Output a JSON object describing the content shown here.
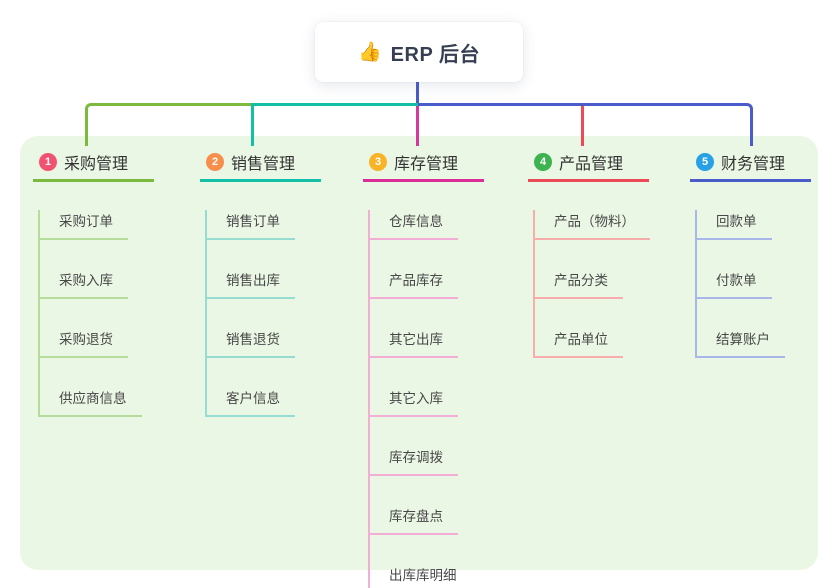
{
  "root": {
    "emoji": "👍",
    "emoji_name": "thumbs-up-emoji",
    "label": "ERP 后台"
  },
  "panel_color": "#ebf7e5",
  "connector_colors": {
    "stem_and_right_bus": "#4a5cc9",
    "left_bus_green": "#7cb93f",
    "mid_bus_teal": "#13bfa5",
    "branch3_drop_magenta": "#d6399c",
    "branch4_drop_red": "#ec4a58"
  },
  "branches": [
    {
      "index": "1",
      "label": "采购管理",
      "badge_color": "#f25270",
      "accent_color": "#7cb93f",
      "light_color": "#b5dc9a",
      "children": [
        "采购订单",
        "采购入库",
        "采购退货",
        "供应商信息"
      ]
    },
    {
      "index": "2",
      "label": "销售管理",
      "badge_color": "#f78e4c",
      "accent_color": "#13bfa5",
      "light_color": "#96dcd2",
      "children": [
        "销售订单",
        "销售出库",
        "销售退货",
        "客户信息"
      ]
    },
    {
      "index": "3",
      "label": "库存管理",
      "badge_color": "#f9b327",
      "accent_color": "#d82e96",
      "light_color": "#f3aed6",
      "children": [
        "仓库信息",
        "产品库存",
        "其它出库",
        "其它入库",
        "库存调拨",
        "库存盘点",
        "出库库明细"
      ]
    },
    {
      "index": "4",
      "label": "产品管理",
      "badge_color": "#3cb34f",
      "accent_color": "#ec4a58",
      "light_color": "#f6adab",
      "children": [
        "产品（物料）",
        "产品分类",
        "产品单位"
      ]
    },
    {
      "index": "5",
      "label": "财务管理",
      "badge_color": "#27a0e5",
      "accent_color": "#4a5cc9",
      "light_color": "#a9b6e8",
      "children": [
        "回款单",
        "付款单",
        "结算账户"
      ]
    }
  ]
}
